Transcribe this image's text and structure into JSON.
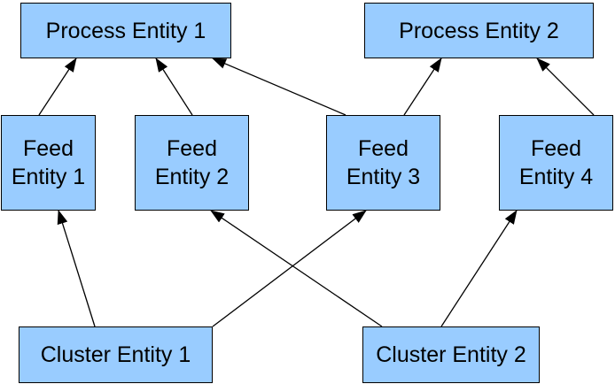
{
  "diagram": {
    "node_fill": "#99ccff",
    "line_color": "#000000",
    "nodes": {
      "process_1": "Process Entity 1",
      "process_2": "Process Entity 2",
      "feed_1": "Feed\nEntity 1",
      "feed_2": "Feed\nEntity 2",
      "feed_3": "Feed\nEntity 3",
      "feed_4": "Feed\nEntity 4",
      "cluster_1": "Cluster Entity 1",
      "cluster_2": "Cluster Entity 2"
    },
    "edges": [
      {
        "from": "feed_1",
        "to": "process_1"
      },
      {
        "from": "feed_2",
        "to": "process_1"
      },
      {
        "from": "feed_3",
        "to": "process_1"
      },
      {
        "from": "feed_3",
        "to": "process_2"
      },
      {
        "from": "feed_4",
        "to": "process_2"
      },
      {
        "from": "cluster_1",
        "to": "feed_1"
      },
      {
        "from": "cluster_1",
        "to": "feed_3"
      },
      {
        "from": "cluster_2",
        "to": "feed_2"
      },
      {
        "from": "cluster_2",
        "to": "feed_4"
      }
    ]
  }
}
